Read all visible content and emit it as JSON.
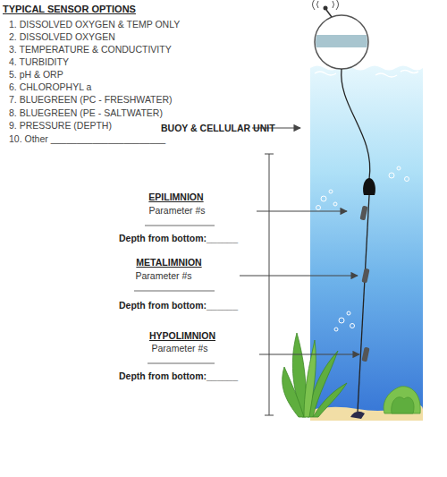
{
  "diagram": {
    "title": "TYPICAL SENSOR OPTIONS",
    "labels": [
      "1. DISSOLVED OXYGEN & TEMP ONLY",
      "2. DISSOLVED OXYGEN",
      "3. TEMPERATURE & CONDUCTIVITY",
      "4. TURBIDITY",
      "5. pH & ORP",
      "6. CHLOROPHYL a",
      "7. BLUEGREEN (PC - FRESHWATER)",
      "8. BLUEGREEN (PE - SALTWATER)",
      "9. PRESSURE (DEPTH)",
      "10. Other ______________________",
      "BUOY  & CELLULAR UNIT",
      "EPILIMNION",
      "Parameter #s",
      "Depth from bottom:______",
      "METALIMNION",
      "Parameter #s",
      "Depth from bottom:______",
      "HYPOLIMNION",
      "Parameter #s",
      "Depth from bottom:______"
    ]
  }
}
